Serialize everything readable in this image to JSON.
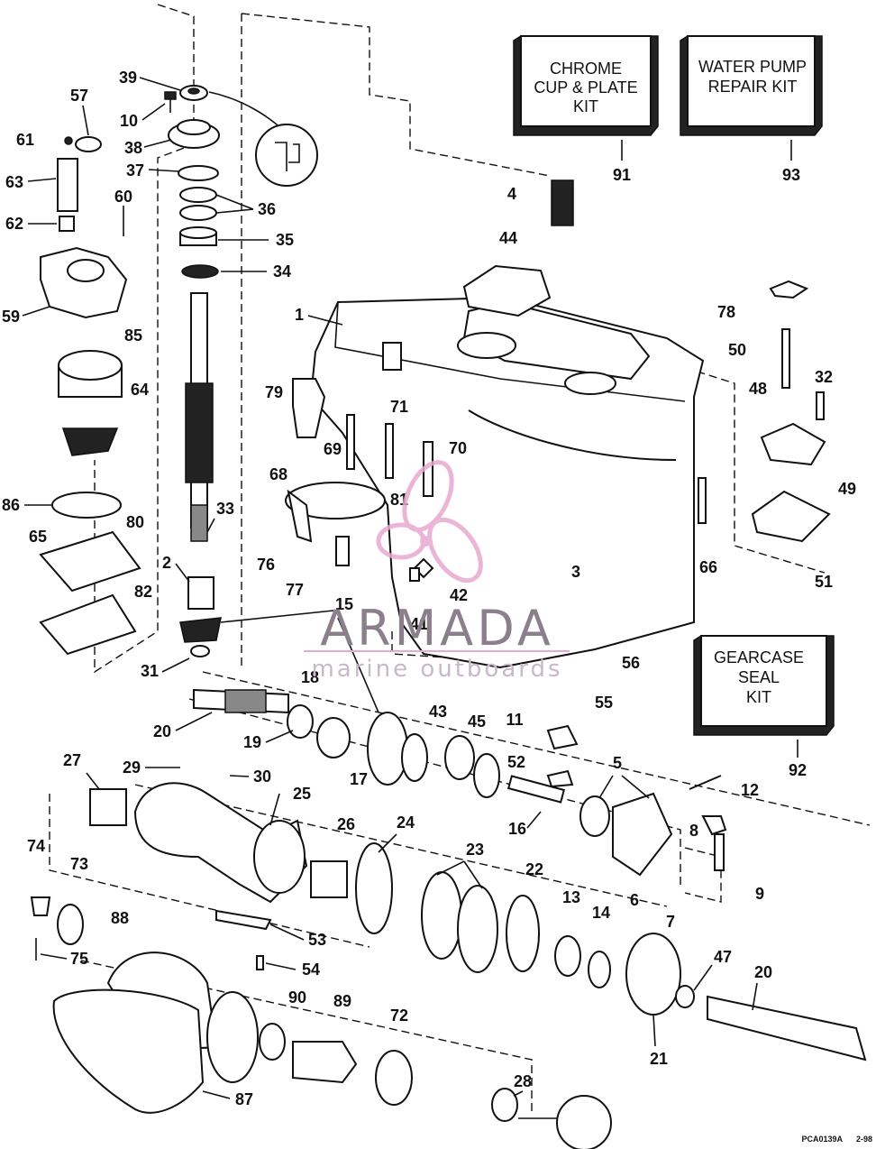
{
  "kits": {
    "chrome_cup_plate": {
      "line1": "CHROME",
      "line2": "CUP & PLATE",
      "line3": "KIT",
      "number": "91"
    },
    "water_pump_repair": {
      "line1": "WATER PUMP",
      "line2": "REPAIR KIT",
      "number": "93"
    },
    "gearcase_seal": {
      "line1": "GEARCASE",
      "line2": "SEAL",
      "line3": "KIT",
      "number": "92"
    }
  },
  "watermark": {
    "title": "ARMADA",
    "subtitle": "marine outboards",
    "color": "#e7a9cf"
  },
  "footer": {
    "code": "PCA0139A",
    "date": "2-98"
  },
  "part_labels": [
    {
      "id": "p39",
      "text": "39"
    },
    {
      "id": "p57",
      "text": "57"
    },
    {
      "id": "p10",
      "text": "10"
    },
    {
      "id": "p61",
      "text": "61"
    },
    {
      "id": "p38",
      "text": "38"
    },
    {
      "id": "p37",
      "text": "37"
    },
    {
      "id": "p63",
      "text": "63"
    },
    {
      "id": "p36",
      "text": "36"
    },
    {
      "id": "p60",
      "text": "60"
    },
    {
      "id": "p62",
      "text": "62"
    },
    {
      "id": "p35",
      "text": "35"
    },
    {
      "id": "p34",
      "text": "34"
    },
    {
      "id": "p59",
      "text": "59"
    },
    {
      "id": "p1",
      "text": "1"
    },
    {
      "id": "p85",
      "text": "85"
    },
    {
      "id": "p79",
      "text": "79"
    },
    {
      "id": "p64",
      "text": "64"
    },
    {
      "id": "p71",
      "text": "71"
    },
    {
      "id": "p70",
      "text": "70"
    },
    {
      "id": "p69",
      "text": "69"
    },
    {
      "id": "p68",
      "text": "68"
    },
    {
      "id": "p33",
      "text": "33"
    },
    {
      "id": "p81",
      "text": "81"
    },
    {
      "id": "p86",
      "text": "86"
    },
    {
      "id": "p80",
      "text": "80"
    },
    {
      "id": "p65",
      "text": "65"
    },
    {
      "id": "p76",
      "text": "76"
    },
    {
      "id": "p2",
      "text": "2"
    },
    {
      "id": "p77",
      "text": "77"
    },
    {
      "id": "p82",
      "text": "82"
    },
    {
      "id": "p15",
      "text": "15"
    },
    {
      "id": "p42",
      "text": "42"
    },
    {
      "id": "p41",
      "text": "41"
    },
    {
      "id": "p3",
      "text": "3"
    },
    {
      "id": "p31",
      "text": "31"
    },
    {
      "id": "p18",
      "text": "18"
    },
    {
      "id": "p4",
      "text": "4"
    },
    {
      "id": "p44",
      "text": "44"
    },
    {
      "id": "p78",
      "text": "78"
    },
    {
      "id": "p50",
      "text": "50"
    },
    {
      "id": "p32",
      "text": "32"
    },
    {
      "id": "p48",
      "text": "48"
    },
    {
      "id": "p49",
      "text": "49"
    },
    {
      "id": "p66",
      "text": "66"
    },
    {
      "id": "p51",
      "text": "51"
    },
    {
      "id": "p56",
      "text": "56"
    },
    {
      "id": "p55",
      "text": "55"
    },
    {
      "id": "p20a",
      "text": "20"
    },
    {
      "id": "p19",
      "text": "19"
    },
    {
      "id": "p17",
      "text": "17"
    },
    {
      "id": "p43",
      "text": "43"
    },
    {
      "id": "p45",
      "text": "45"
    },
    {
      "id": "p11",
      "text": "11"
    },
    {
      "id": "p52",
      "text": "52"
    },
    {
      "id": "p5",
      "text": "5"
    },
    {
      "id": "p12",
      "text": "12"
    },
    {
      "id": "p16",
      "text": "16"
    },
    {
      "id": "p27",
      "text": "27"
    },
    {
      "id": "p29",
      "text": "29"
    },
    {
      "id": "p30",
      "text": "30"
    },
    {
      "id": "p25",
      "text": "25"
    },
    {
      "id": "p26",
      "text": "26"
    },
    {
      "id": "p24",
      "text": "24"
    },
    {
      "id": "p8",
      "text": "8"
    },
    {
      "id": "p9",
      "text": "9"
    },
    {
      "id": "p6",
      "text": "6"
    },
    {
      "id": "p7",
      "text": "7"
    },
    {
      "id": "p74",
      "text": "74"
    },
    {
      "id": "p73",
      "text": "73"
    },
    {
      "id": "p23",
      "text": "23"
    },
    {
      "id": "p22",
      "text": "22"
    },
    {
      "id": "p13",
      "text": "13"
    },
    {
      "id": "p14",
      "text": "14"
    },
    {
      "id": "p88",
      "text": "88"
    },
    {
      "id": "p53",
      "text": "53"
    },
    {
      "id": "p75",
      "text": "75"
    },
    {
      "id": "p54",
      "text": "54"
    },
    {
      "id": "p47",
      "text": "47"
    },
    {
      "id": "p20b",
      "text": "20"
    },
    {
      "id": "p90",
      "text": "90"
    },
    {
      "id": "p89",
      "text": "89"
    },
    {
      "id": "p72",
      "text": "72"
    },
    {
      "id": "p21",
      "text": "21"
    },
    {
      "id": "p87",
      "text": "87"
    },
    {
      "id": "p28",
      "text": "28"
    }
  ]
}
